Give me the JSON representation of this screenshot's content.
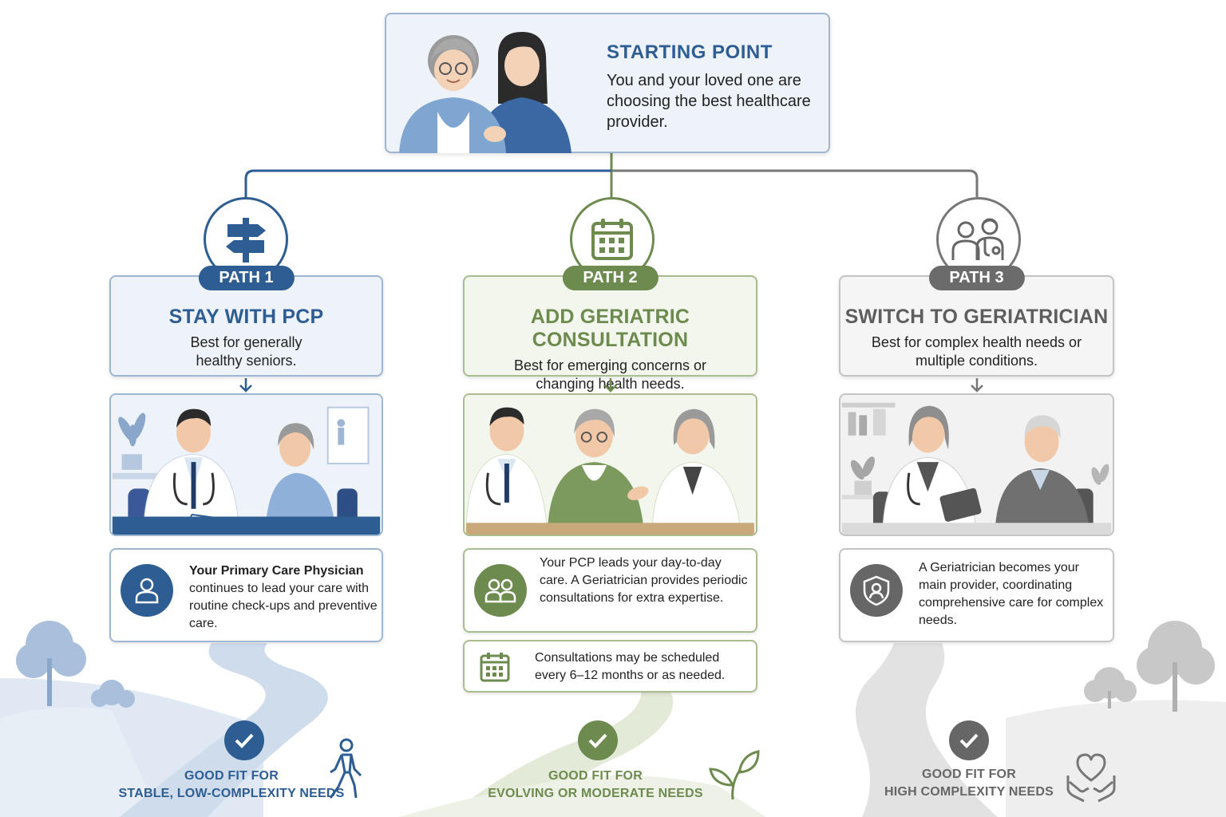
{
  "start": {
    "title": "STARTING POINT",
    "text": "You and your loved one are choosing the best healthcare provider."
  },
  "paths": [
    {
      "label": "PATH 1",
      "title": "STAY WITH PCP",
      "desc": "Best for generally healthy seniors.",
      "detail_lead": "Your Primary Care Physician",
      "detail_rest": " continues to lead your care with routine check-ups and preventive care.",
      "fit_line1": "GOOD FIT FOR",
      "fit_line2": "STABLE, LOW-COMPLEXITY NEEDS",
      "icon": "signpost-icon",
      "color": "#2d5d93"
    },
    {
      "label": "PATH 2",
      "title": "ADD GERIATRIC CONSULTATION",
      "desc": "Best for emerging concerns or changing health needs.",
      "detail": "Your PCP leads your day-to-day care. A Geriatrician provides periodic consultations for extra expertise.",
      "schedule": "Consultations may be scheduled every 6–12 months or as needed.",
      "fit_line1": "GOOD FIT FOR",
      "fit_line2": "EVOLVING OR MODERATE NEEDS",
      "icon": "calendar-icon",
      "color": "#6d8a4f"
    },
    {
      "label": "PATH 3",
      "title": "SWITCH TO GERIATRICIAN",
      "desc": "Best for complex health needs or multiple conditions.",
      "detail": "A Geriatrician becomes your main provider, coordinating comprehensive care for complex needs.",
      "fit_line1": "GOOD FIT FOR",
      "fit_line2": "HIGH COMPLEXITY NEEDS",
      "icon": "doctor-patient-icon",
      "color": "#666666"
    }
  ]
}
